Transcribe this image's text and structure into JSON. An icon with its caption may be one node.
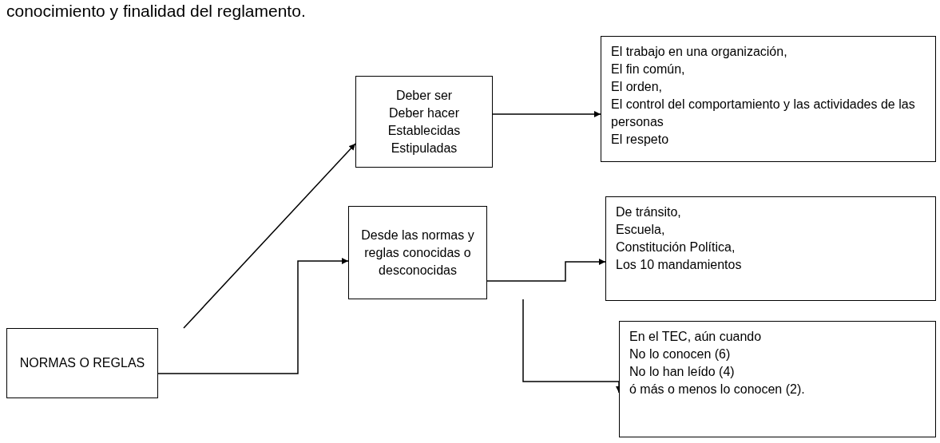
{
  "diagram": {
    "nodes": [
      {
        "text": [
          "NORMAS O REGLAS"
        ]
      },
      {
        "text": [
          "Deber ser",
          "Deber hacer",
          "Establecidas",
          "Estipuladas"
        ]
      },
      {
        "text": [
          "El trabajo en una organización,",
          "El fin común,",
          "El orden,",
          "El control del comportamiento y las actividades de las personas",
          "El respeto"
        ]
      },
      {
        "text": [
          "Desde las normas y reglas conocidas o desconocidas"
        ]
      },
      {
        "text": [
          "De tránsito,",
          "Escuela,",
          "Constitución Política,",
          "Los 10 mandamientos"
        ]
      },
      {
        "text": [
          "En el TEC, aún cuando",
          "No lo conocen (6)",
          "No lo han leído (4)",
          "ó más o menos lo conocen (2)."
        ]
      }
    ],
    "edges": [
      {
        "from": 0,
        "to": 1,
        "arrow": "to"
      },
      {
        "from": 1,
        "to": 2,
        "arrow": "to"
      },
      {
        "from": 0,
        "to": 3,
        "arrow": "to"
      },
      {
        "from": 3,
        "to": 4,
        "arrow": "to"
      },
      {
        "from": 3,
        "to": 5,
        "arrow": "to"
      }
    ],
    "labels": [
      "conocimiento y finalidad del reglamento."
    ]
  }
}
